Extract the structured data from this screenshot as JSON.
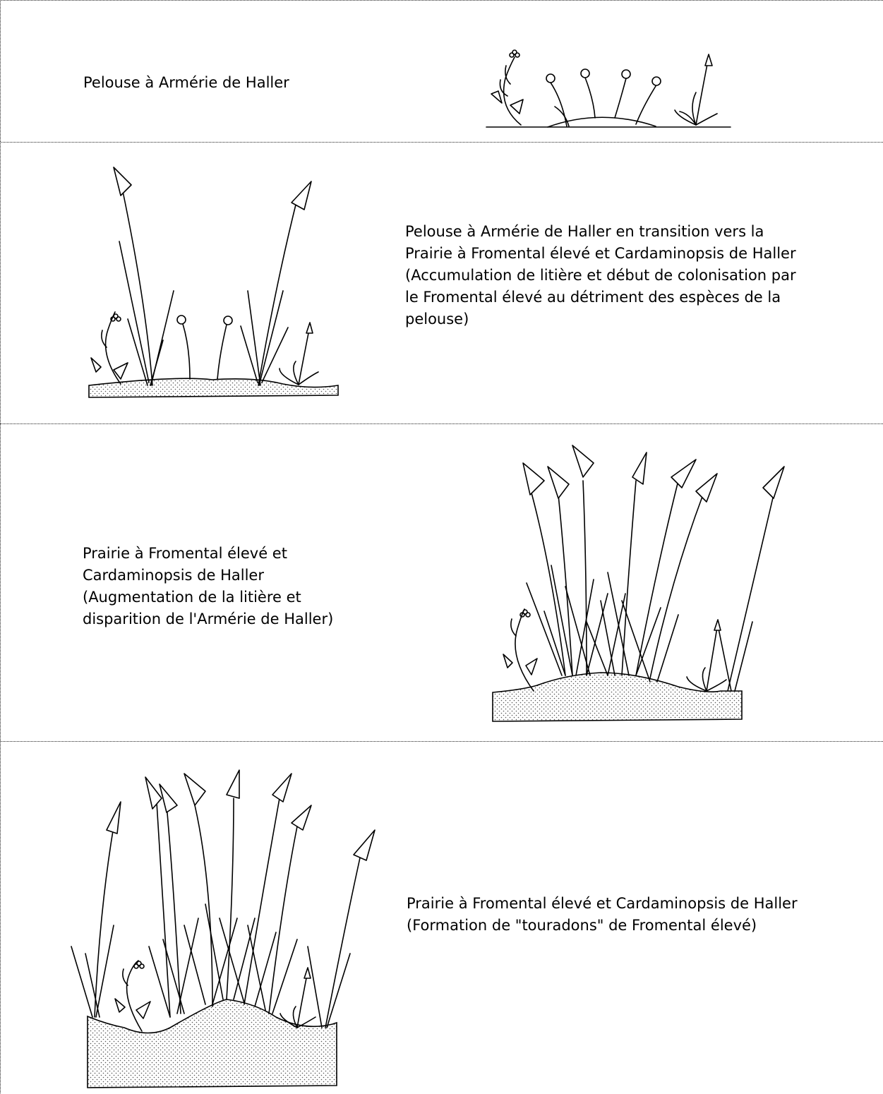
{
  "stages": [
    {
      "caption": "Pelouse à Armérie de Haller"
    },
    {
      "caption": "Pelouse à Armérie de Haller en transition vers la\nPrairie à Fromental élevé et Cardaminopsis de Haller\n(Accumulation de litière et début de colonisation par\nle Fromental élevé au détriment des espèces de la\npelouse)"
    },
    {
      "caption": "Prairie à Fromental élevé et\nCardaminopsis de Haller\n(Augmentation de la litière et\ndisparition de l'Armérie de Haller)"
    },
    {
      "caption": "Prairie à Fromental élevé et Cardaminopsis de Haller\n(Formation de \"touradons\" de Fromental élevé)"
    }
  ]
}
